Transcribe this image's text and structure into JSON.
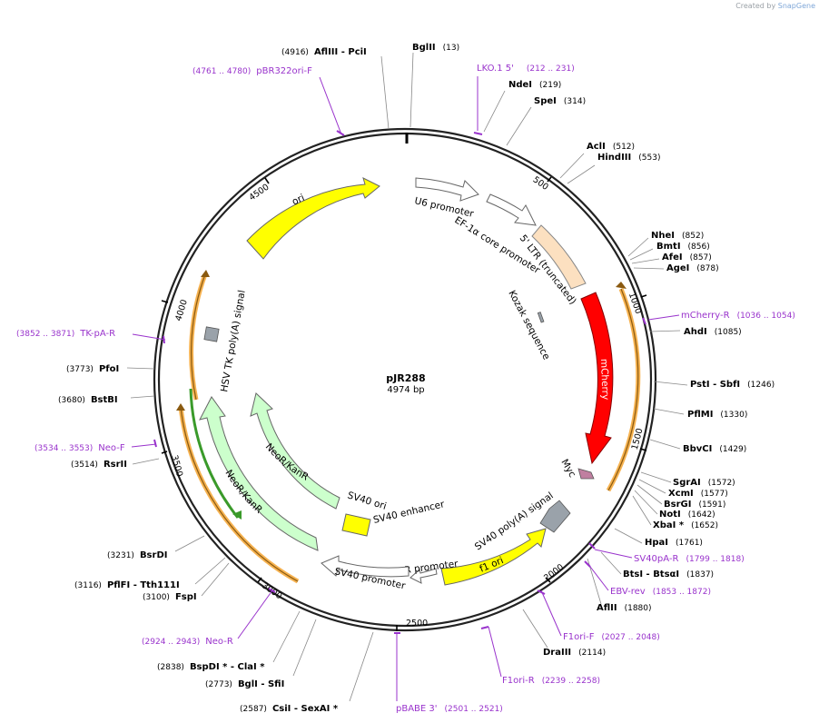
{
  "credit": {
    "prefix": "Created by",
    "brand": "SnapGene"
  },
  "plasmid": {
    "name": "pJR288",
    "length_label": "4974 bp",
    "length": 4974
  },
  "colors": {
    "ori": "#ffff00",
    "mCherry": "#ff0000",
    "neo": "#ccffcc",
    "ltr": "#fce0c0",
    "primer": "#9933cc",
    "feature_outline": "#888888",
    "polyA_box": "#9aa2aa",
    "orange_arc": "#f6b250",
    "green_arc": "#3a9a2a"
  },
  "ticks": [
    "500",
    "1000",
    "1500",
    "2000",
    "2500",
    "3000",
    "3500",
    "4000",
    "4500"
  ],
  "enzymes": [
    {
      "id": "pcii",
      "name": "AflIII  - PciI",
      "pos": "(4916)",
      "bp": 4916
    },
    {
      "id": "bglii",
      "name": "BglII",
      "pos": "(13)",
      "bp": 13
    },
    {
      "id": "ndei",
      "name": "NdeI",
      "pos": "(219)",
      "bp": 219
    },
    {
      "id": "spei",
      "name": "SpeI",
      "pos": "(314)",
      "bp": 314
    },
    {
      "id": "acli",
      "name": "AclI",
      "pos": "(512)",
      "bp": 512
    },
    {
      "id": "hindiii",
      "name": "HindIII",
      "pos": "(553)",
      "bp": 553
    },
    {
      "id": "nhei",
      "name": "NheI",
      "pos": "(852)",
      "bp": 852
    },
    {
      "id": "bmti",
      "name": "BmtI",
      "pos": "(856)",
      "bp": 856
    },
    {
      "id": "afei",
      "name": "AfeI",
      "pos": "(857)",
      "bp": 857
    },
    {
      "id": "agei",
      "name": "AgeI",
      "pos": "(878)",
      "bp": 878
    },
    {
      "id": "ahdi",
      "name": "AhdI",
      "pos": "(1085)",
      "bp": 1085
    },
    {
      "id": "sbfi",
      "name": "PstI  - SbfI",
      "pos": "(1246)",
      "bp": 1246
    },
    {
      "id": "pflmi",
      "name": "PflMI",
      "pos": "(1330)",
      "bp": 1330
    },
    {
      "id": "bbvci",
      "name": "BbvCI",
      "pos": "(1429)",
      "bp": 1429
    },
    {
      "id": "sgrai",
      "name": "SgrAI",
      "pos": "(1572)",
      "bp": 1572
    },
    {
      "id": "xcmi",
      "name": "XcmI",
      "pos": "(1577)",
      "bp": 1577
    },
    {
      "id": "bsrgi",
      "name": "BsrGI",
      "pos": "(1591)",
      "bp": 1591
    },
    {
      "id": "noti",
      "name": "NotI",
      "pos": "(1642)",
      "bp": 1642
    },
    {
      "id": "xbai",
      "name": "XbaI *",
      "pos": "(1652)",
      "bp": 1652
    },
    {
      "id": "hpai",
      "name": "HpaI",
      "pos": "(1761)",
      "bp": 1761
    },
    {
      "id": "btsai",
      "name": "BtsI  - BtsαI",
      "pos": "(1837)",
      "bp": 1837
    },
    {
      "id": "aflii",
      "name": "AflII",
      "pos": "(1880)",
      "bp": 1880
    },
    {
      "id": "draiii",
      "name": "DraIII",
      "pos": "(2114)",
      "bp": 2114
    },
    {
      "id": "sexai",
      "name": "CsiI  - SexAI *",
      "pos": "(2587)",
      "bp": 2587
    },
    {
      "id": "sfii",
      "name": "BglI  - SfiI",
      "pos": "(2773)",
      "bp": 2773
    },
    {
      "id": "clai",
      "name": "BspDI *  - ClaI *",
      "pos": "(2838)",
      "bp": 2838
    },
    {
      "id": "fspi",
      "name": "FspI",
      "pos": "(3100)",
      "bp": 3100
    },
    {
      "id": "tth111i",
      "name": "PflFI  - Tth111I",
      "pos": "(3116)",
      "bp": 3116
    },
    {
      "id": "bsrdi",
      "name": "BsrDI",
      "pos": "(3231)",
      "bp": 3231
    },
    {
      "id": "rsrii",
      "name": "RsrII",
      "pos": "(3514)",
      "bp": 3514
    },
    {
      "id": "bstbi",
      "name": "BstBI",
      "pos": "(3680)",
      "bp": 3680
    },
    {
      "id": "pfoi",
      "name": "PfoI",
      "pos": "(3773)",
      "bp": 3773
    }
  ],
  "primers": [
    {
      "id": "pbr322",
      "name": "pBR322ori-F",
      "pos": "(4761 .. 4780)"
    },
    {
      "id": "lko",
      "name": "LKO.1 5'",
      "pos": "(212 .. 231)"
    },
    {
      "id": "mcherryr",
      "name": "mCherry-R",
      "pos": "(1036 .. 1054)"
    },
    {
      "id": "sv40par",
      "name": "SV40pA-R",
      "pos": "(1799 .. 1818)"
    },
    {
      "id": "ebvrev",
      "name": "EBV-rev",
      "pos": "(1853 .. 1872)"
    },
    {
      "id": "f1orif",
      "name": "F1ori-F",
      "pos": "(2027 .. 2048)"
    },
    {
      "id": "f1orir",
      "name": "F1ori-R",
      "pos": "(2239 .. 2258)"
    },
    {
      "id": "pbabe",
      "name": "pBABE 3'",
      "pos": "(2501 .. 2521)"
    },
    {
      "id": "neor",
      "name": "Neo-R",
      "pos": "(2924 .. 2943)"
    },
    {
      "id": "neof",
      "name": "Neo-F",
      "pos": "(3534 .. 3553)"
    },
    {
      "id": "tkpar",
      "name": "TK-pA-R",
      "pos": "(3852 .. 3871)"
    }
  ],
  "features": [
    {
      "id": "ori",
      "label": "ori"
    },
    {
      "id": "u6",
      "label": "U6 promoter"
    },
    {
      "id": "ef1a",
      "label": "EF-1α core promoter"
    },
    {
      "id": "ltr",
      "label": "5' LTR (truncated)"
    },
    {
      "id": "kozak",
      "label": "Kozak sequence"
    },
    {
      "id": "mcherry",
      "label": "mCherry"
    },
    {
      "id": "myc",
      "label": "Myc"
    },
    {
      "id": "sv40pa",
      "label": "SV40 poly(A) signal"
    },
    {
      "id": "f1ori",
      "label": "f1 ori"
    },
    {
      "id": "ampr",
      "label": "AmpR promoter"
    },
    {
      "id": "sv40p",
      "label": "SV40 promoter"
    },
    {
      "id": "sv40enh",
      "label": "SV40 enhancer"
    },
    {
      "id": "sv40ori",
      "label": "SV40 ori"
    },
    {
      "id": "neo1",
      "label": "NeoR/KanR"
    },
    {
      "id": "neo2",
      "label": "NeoR/KanR"
    },
    {
      "id": "hsvtk",
      "label": "HSV TK poly(A) signal"
    }
  ]
}
